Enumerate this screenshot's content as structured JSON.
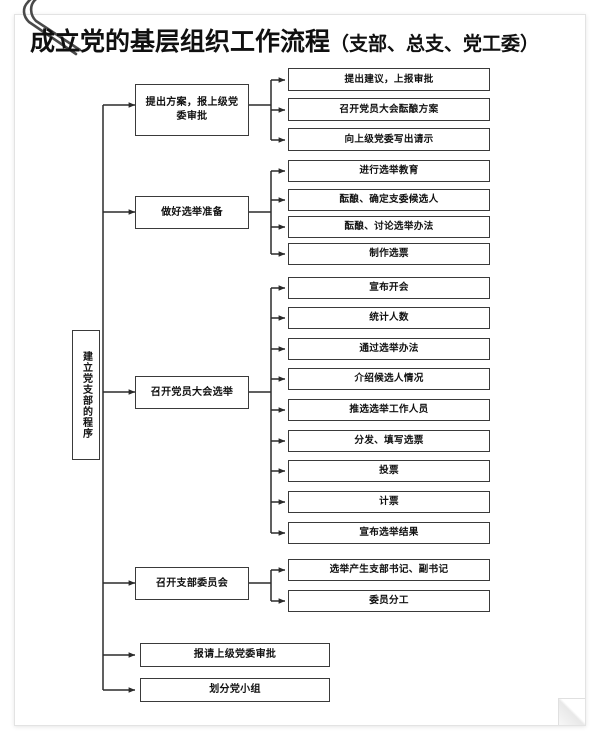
{
  "document": {
    "title": "成立党的基层组织工作流程（支部、总支、党工委）",
    "title_main": "成立党的基层组织工作流程",
    "title_paren": "（支部、总支、党工委）",
    "colors": {
      "page_background": "#ffffff",
      "card_background": "#ffffff",
      "card_border": "#e3e3e3",
      "box_border": "#3a3a3a",
      "line": "#2b2b2b",
      "text": "#111111"
    }
  },
  "chart_data": {
    "type": "diagram",
    "title": "成立党的基层组织工作流程（支部、总支、党工委）",
    "root_label": "建立党支部的程序",
    "orientation": "left-to-right tree",
    "branches": [
      {
        "id": "branch-1",
        "label": "提出方案，报上级党委审批",
        "label_lines": [
          "提出方案，报上级党",
          "委审批"
        ],
        "children": [
          "提出建议，上报审批",
          "召开党员大会酝酿方案",
          "向上级党委写出请示"
        ]
      },
      {
        "id": "branch-2",
        "label": "做好选举准备",
        "label_lines": [
          "做好选举准备"
        ],
        "children": [
          "进行选举教育",
          "酝酿、确定支委候选人",
          "酝酿、讨论选举办法",
          "制作选票"
        ]
      },
      {
        "id": "branch-3",
        "label": "召开党员大会选举",
        "label_lines": [
          "召开党员大会选举"
        ],
        "children": [
          "宣布开会",
          "统计人数",
          "通过选举办法",
          "介绍候选人情况",
          "推选选举工作人员",
          "分发、填写选票",
          "投票",
          "计票",
          "宣布选举结果"
        ]
      },
      {
        "id": "branch-4",
        "label": "召开支部委员会",
        "label_lines": [
          "召开支部委员会"
        ],
        "children": [
          "选举产生支部书记、副书记",
          "委员分工"
        ]
      },
      {
        "id": "branch-5",
        "label": "报请上级党委审批",
        "label_lines": [
          "报请上级党委审批"
        ],
        "children": []
      },
      {
        "id": "branch-6",
        "label": "划分党小组",
        "label_lines": [
          "划分党小组"
        ],
        "children": []
      }
    ]
  }
}
